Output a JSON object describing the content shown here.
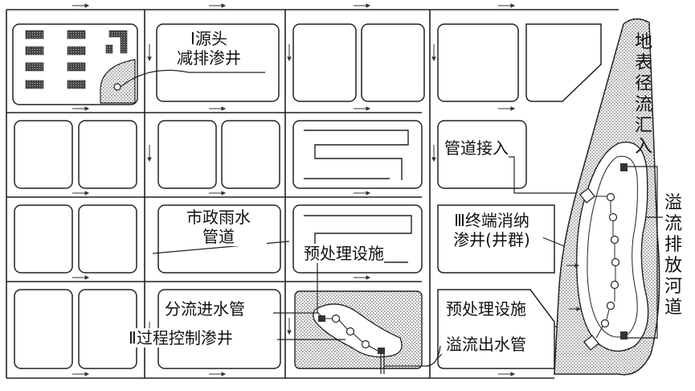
{
  "labels": {
    "source_l1": "Ⅰ源头",
    "source_l2": "减排渗井",
    "pipe_connect": "管道接入",
    "municipal_l1": "市政雨水",
    "municipal_l2": "管道",
    "pretreat_mid": "预处理设施",
    "terminal_l1": "Ⅲ终端消纳",
    "terminal_l2": "渗井(井群)",
    "diversion": "分流进水管",
    "process": "Ⅱ过程控制渗井",
    "pretreat_right": "预处理设施",
    "overflow": "溢流出水管",
    "surface_runoff": "地表径流汇入",
    "overflow_river": "溢流排放河道"
  }
}
